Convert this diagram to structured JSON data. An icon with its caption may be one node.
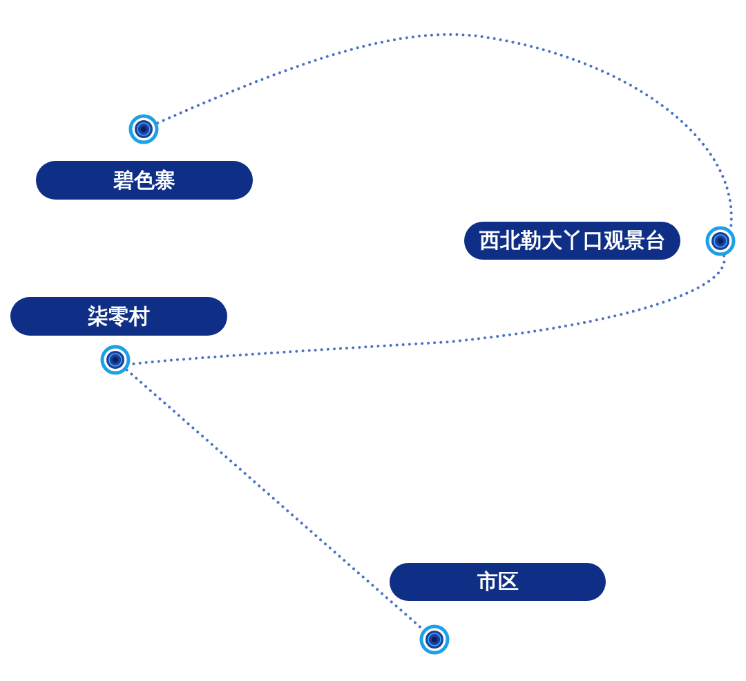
{
  "diagram": {
    "nodes": [
      {
        "text": [],
        "shape": "circle"
      },
      {
        "text": [
          "碧色寨"
        ]
      },
      {
        "text": [
          "西北勒大丫口观景台"
        ]
      },
      {
        "text": [],
        "shape": "circle"
      },
      {
        "text": [
          "柒零村"
        ]
      },
      {
        "text": [],
        "shape": "circle"
      },
      {
        "text": [
          "市区"
        ]
      },
      {
        "text": [],
        "shape": "circle"
      }
    ],
    "edges": [
      {
        "from": 0,
        "to": 3,
        "arrow": "none",
        "style": "dashed"
      },
      {
        "from": 3,
        "to": 5,
        "arrow": "none",
        "style": "dashed"
      },
      {
        "from": 5,
        "to": 7,
        "arrow": "none",
        "style": "dashed"
      }
    ]
  }
}
